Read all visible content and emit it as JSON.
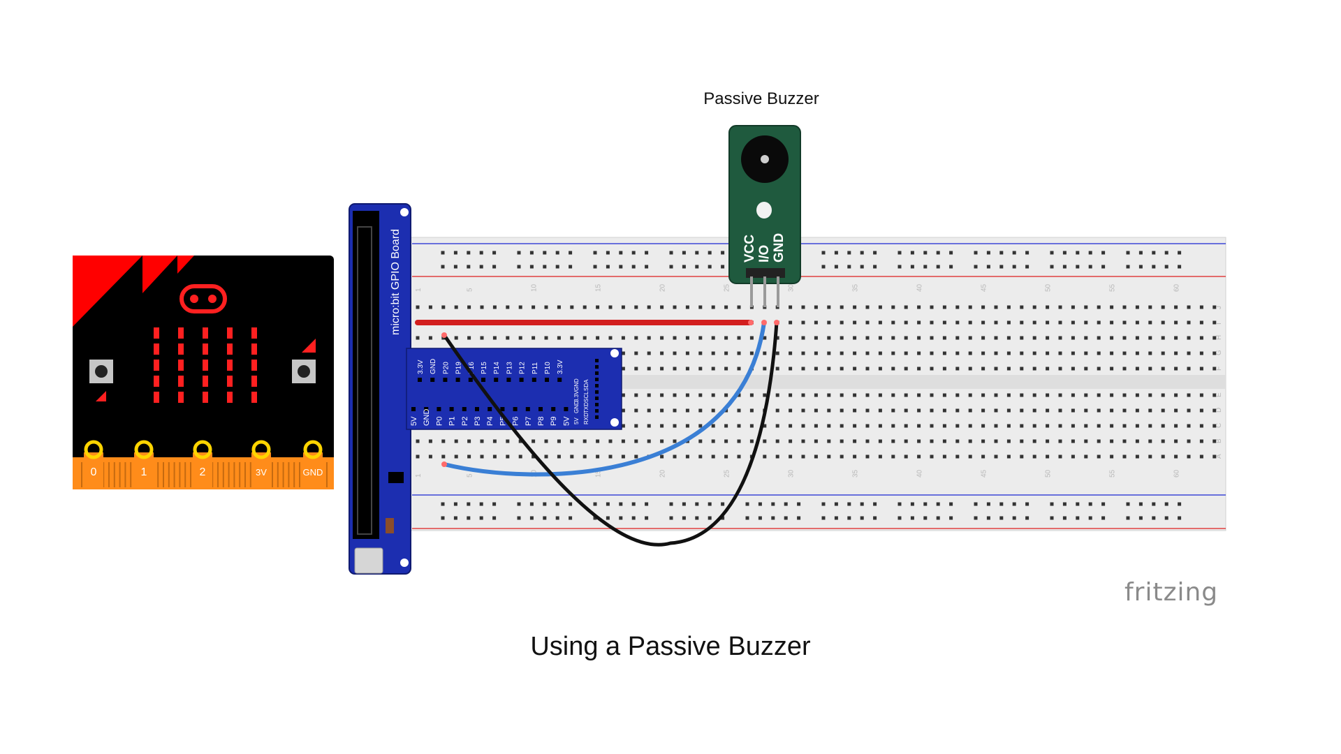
{
  "buzzer_label": "Passive Buzzer",
  "caption": "Using a Passive Buzzer",
  "watermark": "fritzing",
  "gpio_board_label": "micro:bit GPIO Board",
  "buzzer_pins": [
    "VCC",
    "I/O",
    "GND"
  ],
  "microbit_edge_labels": [
    "0",
    "1",
    "2",
    "3V",
    "GND"
  ],
  "header_top_pins": [
    "3.3V",
    "GND",
    "P20",
    "P19",
    "P16",
    "P15",
    "P14",
    "P13",
    "P12",
    "P11",
    "P10",
    "3.3V"
  ],
  "header_bottom_pins": [
    "5V",
    "GND",
    "P0",
    "P1",
    "P2",
    "P3",
    "P4",
    "P5",
    "P6",
    "P7",
    "P8",
    "P9",
    "5V"
  ],
  "header_side_pins": [
    "GND",
    "3.3V",
    "GND",
    "5V",
    "SDA",
    "SCL",
    "TXD",
    "RXD"
  ],
  "breadboard_column_numbers": [
    "1",
    "5",
    "10",
    "15",
    "20",
    "25",
    "30",
    "35",
    "40",
    "45",
    "50",
    "55",
    "60"
  ],
  "breadboard_row_letters_top": [
    "J",
    "I",
    "H",
    "G",
    "F"
  ],
  "breadboard_row_letters_bottom": [
    "E",
    "D",
    "C",
    "B",
    "A"
  ],
  "colors": {
    "microbit_body": "#000000",
    "microbit_red": "#ff0000",
    "microbit_edge": "#ff8c1a",
    "gpio_board": "#1c2eb0",
    "buzzer_board": "#1f5a3e",
    "wire_red": "#d21e1e",
    "wire_blue": "#3a7fd5",
    "wire_black": "#111111",
    "breadboard": "#ececec"
  }
}
